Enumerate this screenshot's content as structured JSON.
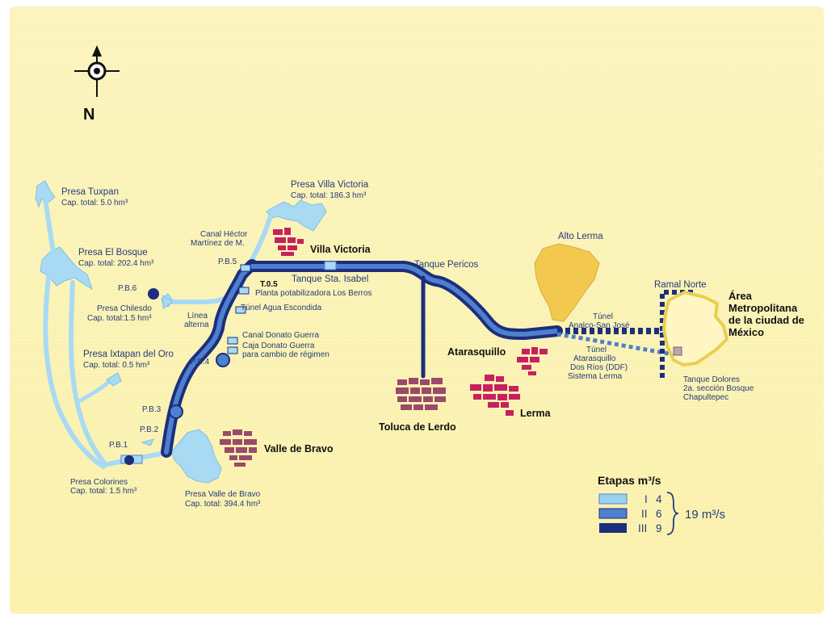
{
  "compass": {
    "north_letter": "N"
  },
  "reservoirs": {
    "tuxpan": {
      "name": "Presa Tuxpan",
      "cap": "Cap. total: 5.0 hm³"
    },
    "bosque": {
      "name": "Presa El Bosque",
      "cap": "Cap. total: 202.4 hm³"
    },
    "chilesdo": {
      "name": "Presa Chilesdo",
      "cap": "Cap. total:1.5 hm³"
    },
    "ixtapan": {
      "name": "Presa Ixtapan del Oro",
      "cap": "Cap. total: 0.5 hm³"
    },
    "colorines": {
      "name": "Presa Colorines",
      "cap": "Cap. total: 1.5 hm³"
    },
    "valle_bravo": {
      "name": "Presa Valle de Bravo",
      "cap": "Cap. total: 394.4 hm³"
    },
    "villa_victoria": {
      "name": "Presa Villa Victoria",
      "cap": "Cap. total: 186.3 hm³"
    }
  },
  "pumping_stations": {
    "pb1": "P.B.1",
    "pb2": "P.B.2",
    "pb3": "P.B.3",
    "pb4": "P.B.4",
    "pb5": "P.B.5",
    "pb6": "P.B.6",
    "t05": "T.0.5"
  },
  "infrastructure": {
    "canal_hector_1": "Canal Héctor",
    "canal_hector_2": "Martínez de M.",
    "linea_1": "Línea",
    "linea_2": "alterna",
    "tanque_isabel": "Tanque Sta. Isabel",
    "planta": "Planta potabilizadora Los Berros",
    "tunel_escondida": "Túnel Agua Escondida",
    "canal_donato": "Canal Donato Guerra",
    "caja_donato_1": "Caja Donato Guerra",
    "caja_donato_2": "para cambio de régimen",
    "tanque_pericos": "Tanque Pericos",
    "alto_lerma": "Alto Lerma",
    "ramal_norte": "Ramal Norte",
    "tunel_analco_1": "Túnel",
    "tunel_analco_2": "Analco-San José",
    "tunel_atara_1": "Túnel",
    "tunel_atara_2": "Atarasquillo",
    "tunel_atara_3": "Dos Ríos (DDF)",
    "tunel_atara_4": "Sistema Lerma",
    "tanque_dolores_1": "Tanque Dolores",
    "tanque_dolores_2": "2a. sección Bosque",
    "tanque_dolores_3": "Chapultepec"
  },
  "towns": {
    "villa_victoria": "Villa Victoria",
    "valle_bravo": "Valle de Bravo",
    "toluca": "Toluca de Lerdo",
    "lerma": "Lerma",
    "atarasquillo": "Atarasquillo",
    "metro_1": "Área",
    "metro_2": "Metropolitana",
    "metro_3": "de la ciudad de",
    "metro_4": "México"
  },
  "legend": {
    "title": "Etapas m³/s",
    "items": [
      {
        "stage": "I",
        "flow": "4",
        "color": "#9bd0ee"
      },
      {
        "stage": "II",
        "flow": "6",
        "color": "#4f7fcf"
      },
      {
        "stage": "III",
        "flow": "9",
        "color": "#1c2e7c"
      }
    ],
    "total": "19 m³/s"
  },
  "colors": {
    "background": "#fbf2b4",
    "water": "#a9daf4",
    "pipe_dark": "#1c2e7c",
    "pipe_mid": "#4f7fcf",
    "pipe_light": "#9bd0ee",
    "town": "#c6215f",
    "town_grey": "#9a4a6a",
    "alto_lerma": "#f2c84e"
  }
}
